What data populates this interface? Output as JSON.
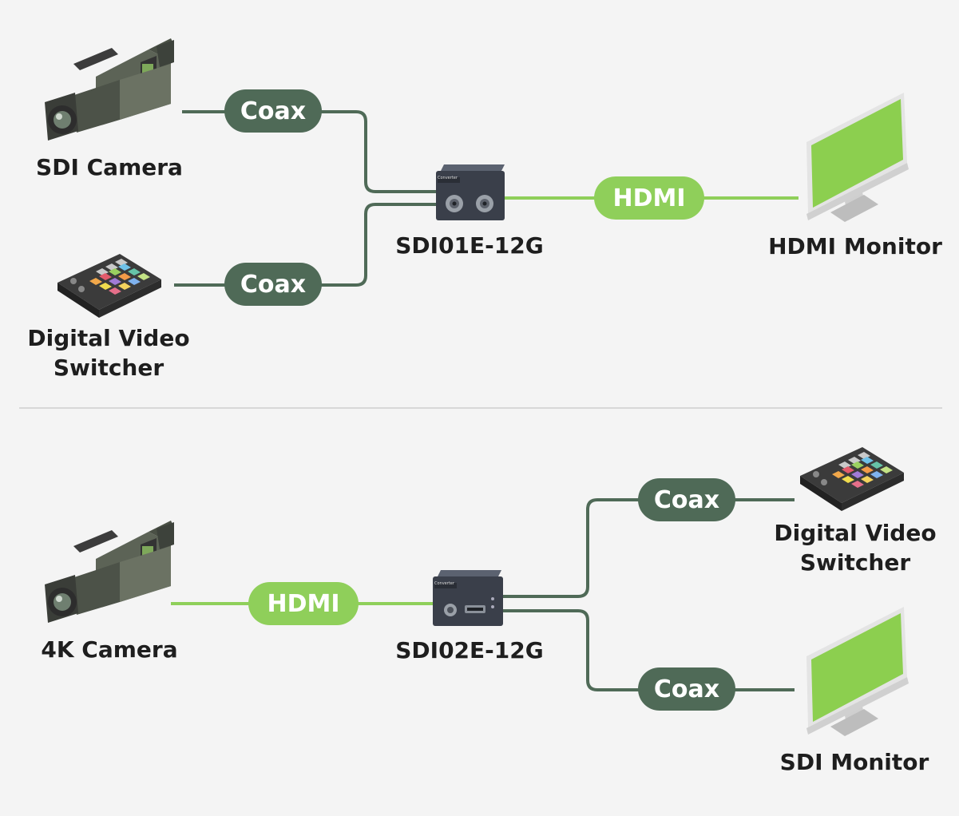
{
  "top": {
    "source1_label": "SDI Camera",
    "source2_label_l1": "Digital Video",
    "source2_label_l2": "Switcher",
    "link1": "Coax",
    "link2": "Coax",
    "device_label": "SDI01E-12G",
    "out_link": "HDMI",
    "display_label": "HDMI Monitor",
    "device_face": "Converter"
  },
  "bottom": {
    "source_label": "4K Camera",
    "in_link": "HDMI",
    "device_label": "SDI02E-12G",
    "out_link1": "Coax",
    "out_link2": "Coax",
    "dest1_label_l1": "Digital Video",
    "dest1_label_l2": "Switcher",
    "dest2_label": "SDI Monitor",
    "device_face": "Converter"
  },
  "colors": {
    "coax": "#4f6a57",
    "hdmi": "#8fcf5a",
    "screen": "#8ccf4f",
    "background": "#f4f4f4"
  }
}
